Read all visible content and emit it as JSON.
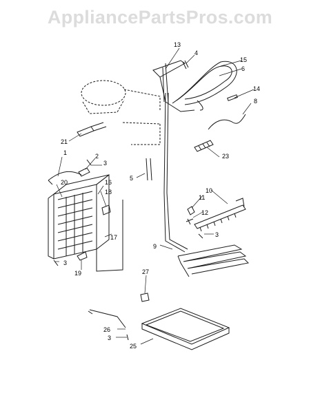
{
  "watermark": "AppliancePartsPros.com",
  "header_text": "",
  "footer": {
    "left": "",
    "right": ""
  },
  "callouts": {
    "c1": "1",
    "c2": "2",
    "c3a": "3",
    "c3b": "3",
    "c3c": "3",
    "c3d": "3",
    "c4": "4",
    "c5": "5",
    "c6": "6",
    "c8": "8",
    "c9": "9",
    "c10": "10",
    "c11": "11",
    "c12": "12",
    "c13": "13",
    "c14": "14",
    "c15": "15",
    "c16": "16",
    "c17": "17",
    "c18": "18",
    "c19": "19",
    "c20": "20",
    "c21": "21",
    "c23": "23",
    "c25": "25",
    "c26": "26",
    "c27": "27"
  },
  "colors": {
    "line": "#1a1a1a",
    "watermark": "#dcdcdc"
  }
}
